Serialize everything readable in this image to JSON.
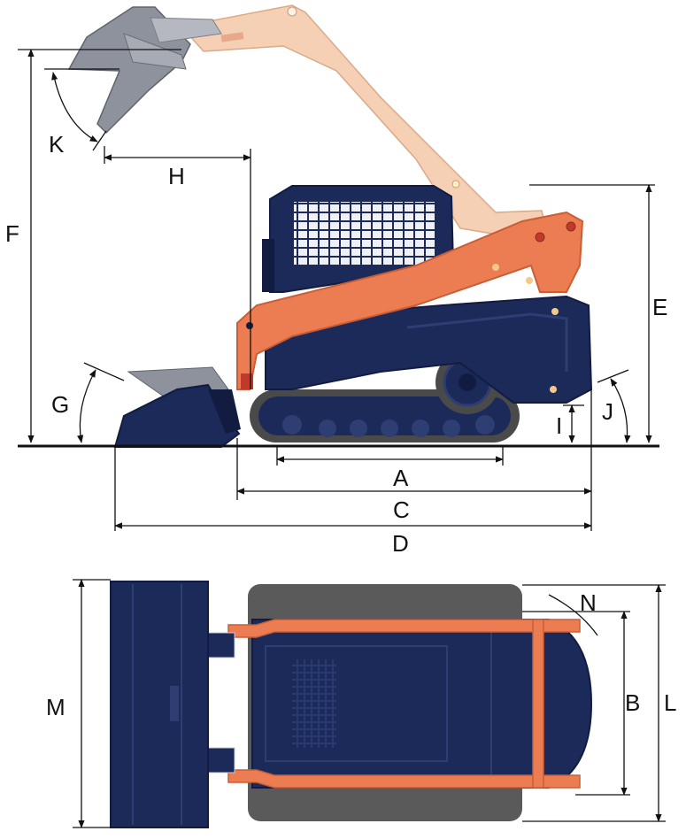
{
  "colors": {
    "navy": "#1c2a5a",
    "navy_dark": "#121c40",
    "orange": "#ec7c52",
    "orange_dark": "#c95e36",
    "raised_arm": "#f6d0b4",
    "raised_bucket": "#8e929c",
    "tire": "#5a5a5a",
    "line": "#111111"
  },
  "labels": {
    "A": "A",
    "B": "B",
    "C": "C",
    "D": "D",
    "E": "E",
    "F": "F",
    "G": "G",
    "H": "H",
    "I": "I",
    "J": "J",
    "K": "K",
    "L": "L",
    "M": "M",
    "N": "N"
  },
  "views": [
    "side-view",
    "top-view"
  ]
}
